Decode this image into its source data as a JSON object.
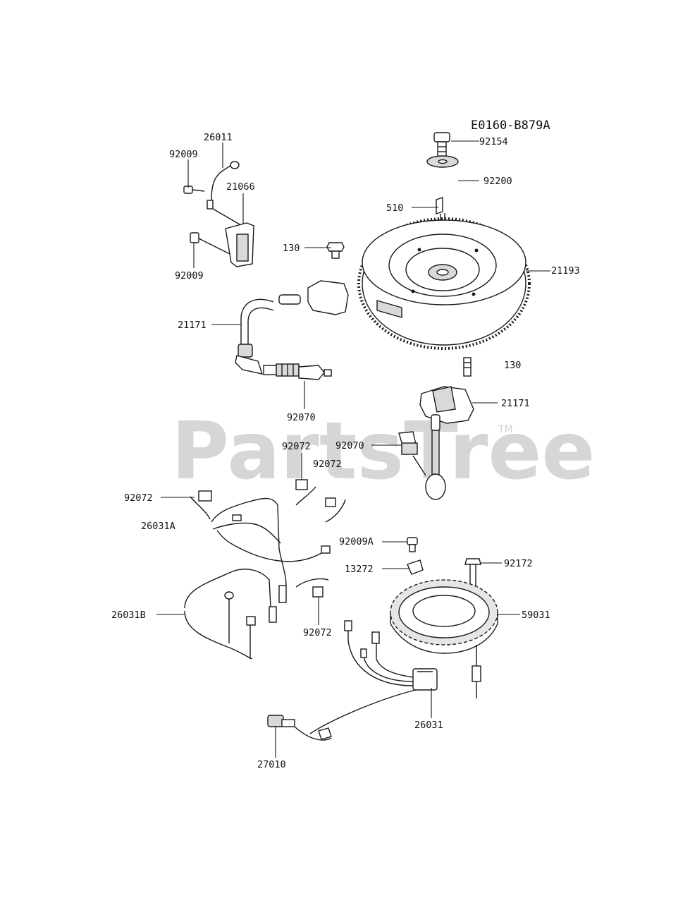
{
  "diagram": {
    "code": "E0160-B879A",
    "watermark": "PartsTree",
    "watermark_mark": "TM"
  },
  "callouts": {
    "p92154": "92154",
    "p92200": "92200",
    "p510": "510",
    "p21193": "21193",
    "p130_bolt": "130",
    "p130_coil": "130",
    "p21171_left": "21171",
    "p21171_right": "21171",
    "p26011": "26011",
    "p92009_top": "92009",
    "p21066": "21066",
    "p92009_bottom": "92009",
    "p92070_left": "92070",
    "p92070_right": "92070",
    "p92072_center_a": "92072",
    "p92072_center_b": "92072",
    "p92072_left": "92072",
    "p26031A": "26031A",
    "p92009A": "92009A",
    "p13272": "13272",
    "p92172": "92172",
    "p59031": "59031",
    "p26031B": "26031B",
    "p92072_lower": "92072",
    "p26031": "26031",
    "p27010": "27010"
  }
}
